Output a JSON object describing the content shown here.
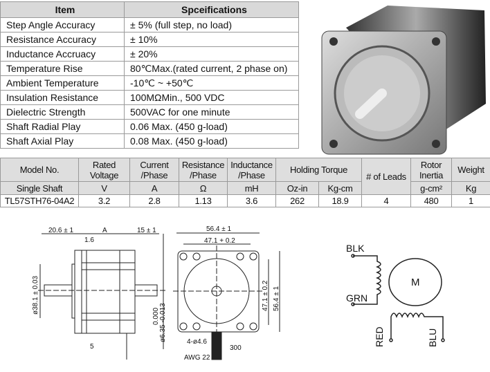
{
  "specs": {
    "header": [
      "Item",
      "Spceifications"
    ],
    "rows": [
      [
        "Step Angle Accuracy",
        "± 5% (full step, no load)"
      ],
      [
        "Resistance Accuracy",
        "± 10%"
      ],
      [
        "Inductance Accruacy",
        "± 20%"
      ],
      [
        "Temperature Rise",
        "80℃Max.(rated current, 2 phase on)"
      ],
      [
        "Ambient Temperature",
        "-10℃ ~ +50℃"
      ],
      [
        "Insulation Resistance",
        "100MΩMin., 500 VDC"
      ],
      [
        "Dielectric Strength",
        "500VAC for one minute"
      ],
      [
        "Shaft Radial Play",
        "0.06 Max. (450 g-load)"
      ],
      [
        "Shaft Axial Play",
        "0.08 Max. (450 g-load)"
      ]
    ]
  },
  "model": {
    "h_model": "Model No.",
    "h_voltage": "Rated Voltage",
    "h_current": "Current /Phase",
    "h_resistance": "Resistance /Phase",
    "h_inductance": "Inductance /Phase",
    "h_torque": "Holding Torque",
    "h_leads": "# of Leads",
    "h_inertia": "Rotor Inertia",
    "h_weight": "Weight",
    "shaft": "Single Shaft",
    "u_v": "V",
    "u_a": "A",
    "u_ohm": "Ω",
    "u_mh": "mH",
    "u_ozin": "Oz-in",
    "u_kgcm": "Kg-cm",
    "u_gcm": "g-cm²",
    "u_kg": "Kg",
    "row": {
      "model": "TL57STH76-04A2",
      "voltage": "3.2",
      "current": "2.8",
      "resistance": "1.13",
      "inductance": "3.6",
      "ozin": "262",
      "kgcm": "18.9",
      "leads": "4",
      "inertia": "480",
      "weight": "1"
    }
  },
  "drawing": {
    "d1": "20.6 ± 1",
    "dA": "A",
    "d2": "15 ± 1",
    "d3": "1.6",
    "d4": "ø38.1 ± 0.03",
    "d5": "5",
    "d6a": "0.000",
    "d6b": "ø6.35 -0.013",
    "d7": "56.4 ± 1",
    "d8": "47.1 + 0.2",
    "d9": "47.1 ± 0.2",
    "d10": "56.4 ± 1",
    "d11": "4-ø4.6",
    "d12": "300",
    "d13": "AWG 22"
  },
  "wiring": {
    "blk": "BLK",
    "grn": "GRN",
    "red": "RED",
    "blu": "BLU",
    "motor": "M"
  }
}
